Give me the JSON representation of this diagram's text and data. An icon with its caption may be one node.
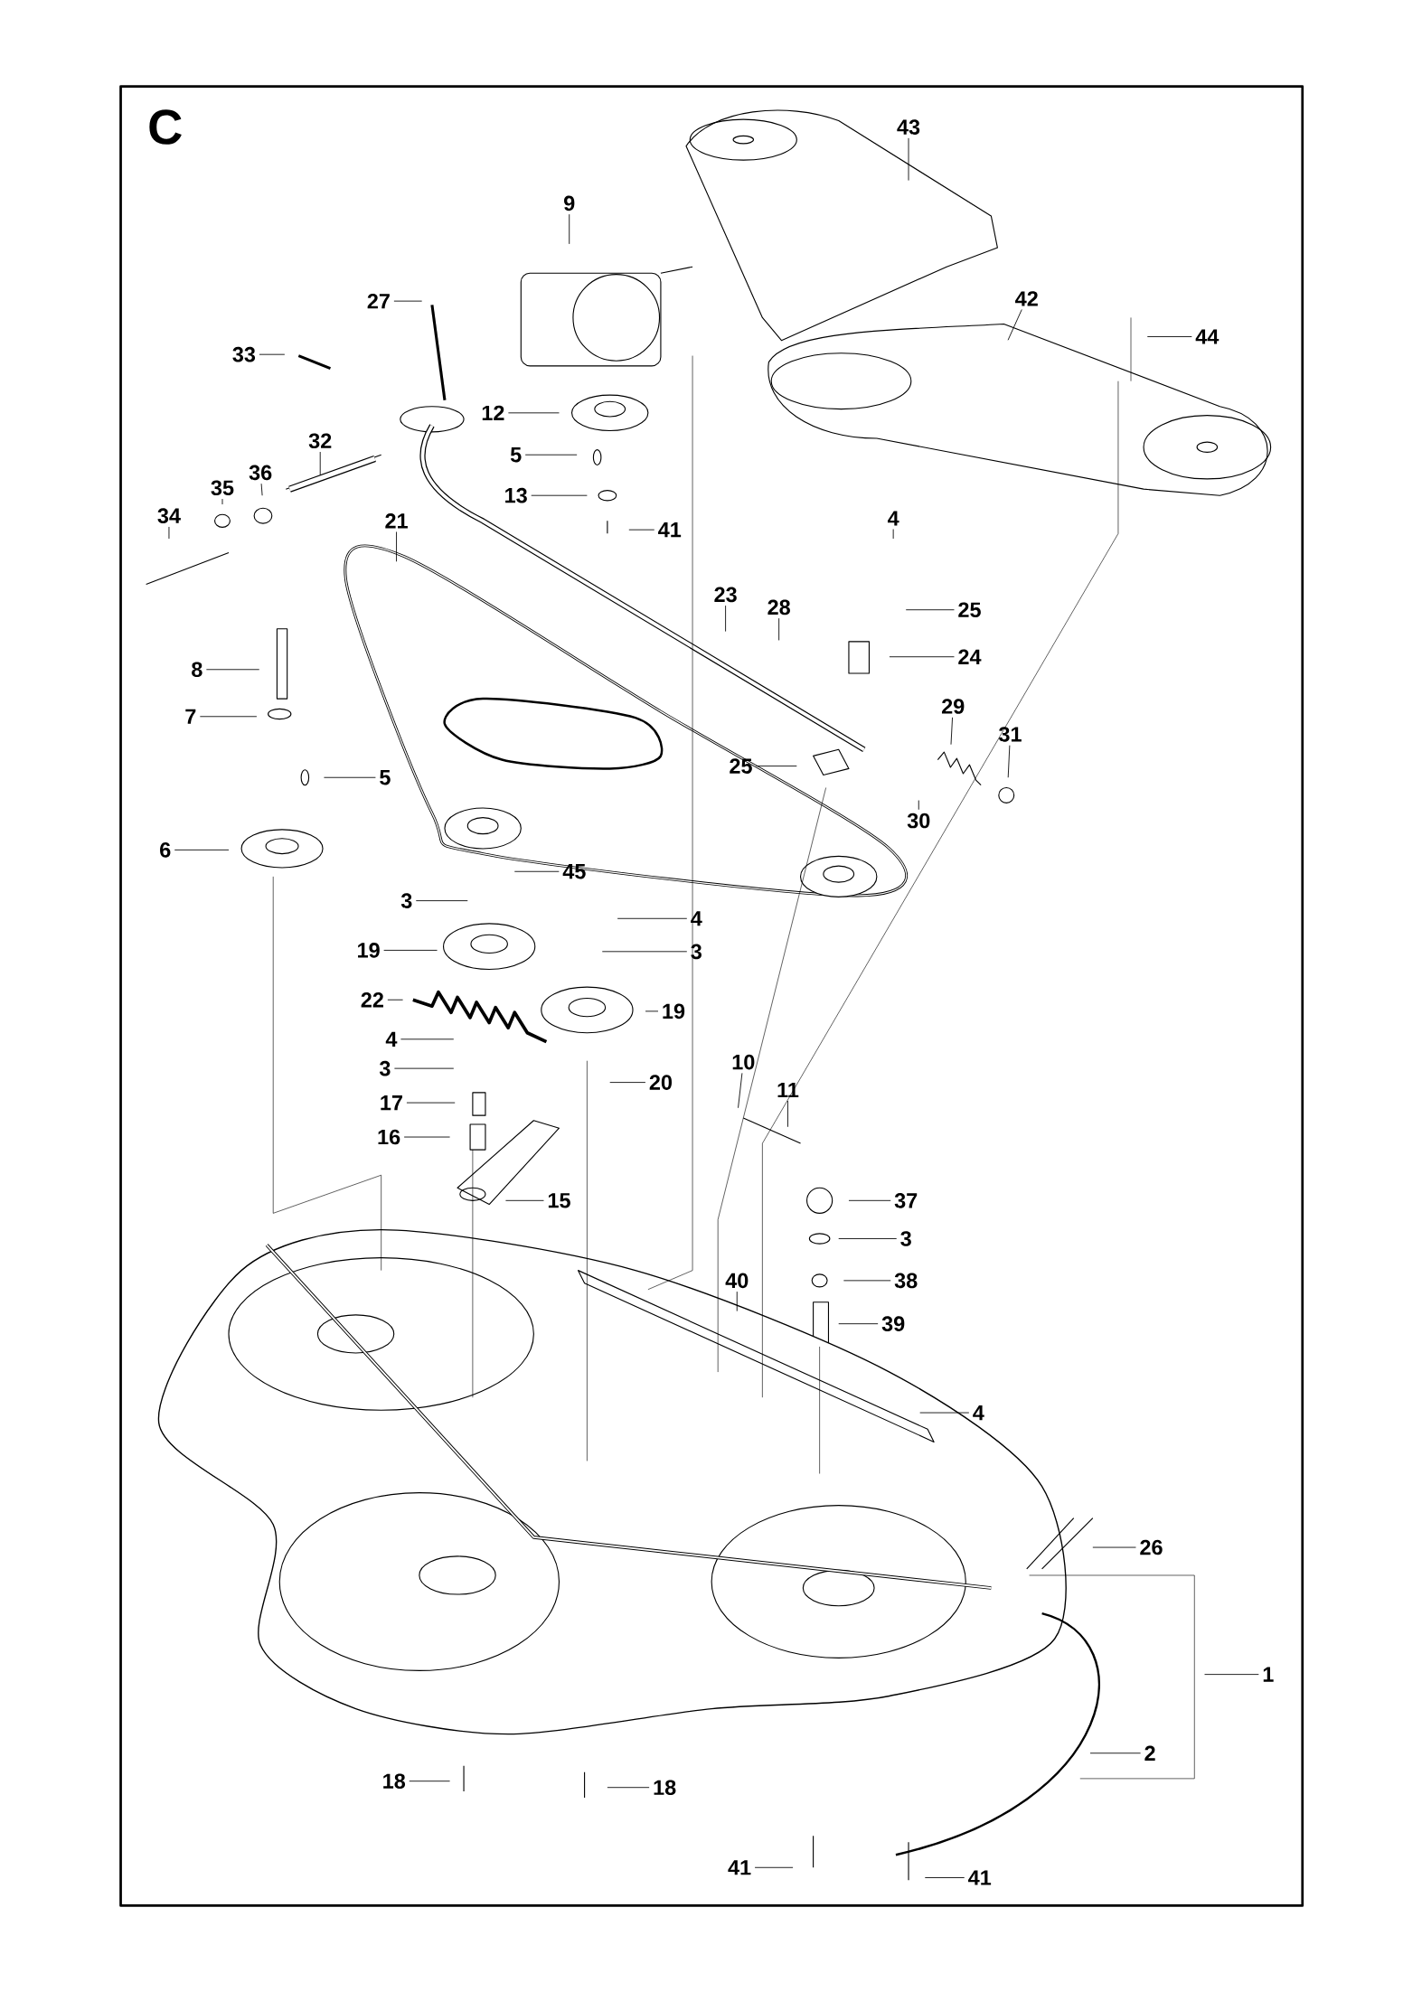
{
  "diagram": {
    "title": "C",
    "nodes": [
      {
        "text": [
          "43"
        ]
      },
      {
        "text": [
          "9"
        ]
      },
      {
        "text": [
          "27"
        ]
      },
      {
        "text": [
          "42"
        ]
      },
      {
        "text": [
          "44"
        ]
      },
      {
        "text": [
          "33"
        ]
      },
      {
        "text": [
          "12"
        ]
      },
      {
        "text": [
          "32"
        ]
      },
      {
        "text": [
          "5"
        ]
      },
      {
        "text": [
          "36"
        ]
      },
      {
        "text": [
          "35"
        ]
      },
      {
        "text": [
          "34"
        ]
      },
      {
        "text": [
          "13"
        ]
      },
      {
        "text": [
          "41"
        ]
      },
      {
        "text": [
          "4"
        ]
      },
      {
        "text": [
          "21"
        ]
      },
      {
        "text": [
          "23"
        ]
      },
      {
        "text": [
          "28"
        ]
      },
      {
        "text": [
          "25"
        ]
      },
      {
        "text": [
          "24"
        ]
      },
      {
        "text": [
          "8"
        ]
      },
      {
        "text": [
          "7"
        ]
      },
      {
        "text": [
          "29"
        ]
      },
      {
        "text": [
          "31"
        ]
      },
      {
        "text": [
          "5"
        ]
      },
      {
        "text": [
          "25"
        ]
      },
      {
        "text": [
          "30"
        ]
      },
      {
        "text": [
          "6"
        ]
      },
      {
        "text": [
          "45"
        ]
      },
      {
        "text": [
          "3"
        ]
      },
      {
        "text": [
          "4"
        ]
      },
      {
        "text": [
          "19"
        ]
      },
      {
        "text": [
          "3"
        ]
      },
      {
        "text": [
          "22"
        ]
      },
      {
        "text": [
          "19"
        ]
      },
      {
        "text": [
          "4"
        ]
      },
      {
        "text": [
          "3"
        ]
      },
      {
        "text": [
          "20"
        ]
      },
      {
        "text": [
          "10"
        ]
      },
      {
        "text": [
          "11"
        ]
      },
      {
        "text": [
          "17"
        ]
      },
      {
        "text": [
          "16"
        ]
      },
      {
        "text": [
          "15"
        ]
      },
      {
        "text": [
          "37"
        ]
      },
      {
        "text": [
          "3"
        ]
      },
      {
        "text": [
          "38"
        ]
      },
      {
        "text": [
          "40"
        ]
      },
      {
        "text": [
          "39"
        ]
      },
      {
        "text": [
          "4"
        ]
      },
      {
        "text": [
          "26"
        ]
      },
      {
        "text": [
          "1"
        ]
      },
      {
        "text": [
          "2"
        ]
      },
      {
        "text": [
          "18"
        ]
      },
      {
        "text": [
          "18"
        ]
      },
      {
        "text": [
          "41"
        ]
      },
      {
        "text": [
          "41"
        ]
      }
    ],
    "edges": [
      {
        "from": 0,
        "to": null,
        "arrow": "none"
      },
      {
        "from": 1,
        "to": null,
        "arrow": "none"
      },
      {
        "from": 2,
        "to": null,
        "arrow": "none"
      },
      {
        "from": 3,
        "to": null,
        "arrow": "none"
      },
      {
        "from": 4,
        "to": null,
        "arrow": "none"
      },
      {
        "from": 5,
        "to": null,
        "arrow": "none"
      },
      {
        "from": 6,
        "to": null,
        "arrow": "none"
      },
      {
        "from": 7,
        "to": null,
        "arrow": "none"
      },
      {
        "from": 8,
        "to": null,
        "arrow": "none"
      },
      {
        "from": 9,
        "to": null,
        "arrow": "none"
      },
      {
        "from": 10,
        "to": null,
        "arrow": "none"
      },
      {
        "from": 11,
        "to": null,
        "arrow": "none"
      },
      {
        "from": 12,
        "to": null,
        "arrow": "none"
      },
      {
        "from": 13,
        "to": null,
        "arrow": "none"
      },
      {
        "from": 14,
        "to": null,
        "arrow": "none"
      },
      {
        "from": 15,
        "to": null,
        "arrow": "none"
      },
      {
        "from": 16,
        "to": null,
        "arrow": "none"
      },
      {
        "from": 17,
        "to": null,
        "arrow": "none"
      },
      {
        "from": 18,
        "to": null,
        "arrow": "none"
      },
      {
        "from": 19,
        "to": null,
        "arrow": "none"
      },
      {
        "from": 20,
        "to": null,
        "arrow": "none"
      },
      {
        "from": 21,
        "to": null,
        "arrow": "none"
      },
      {
        "from": 22,
        "to": null,
        "arrow": "none"
      },
      {
        "from": 23,
        "to": null,
        "arrow": "none"
      },
      {
        "from": 24,
        "to": null,
        "arrow": "none"
      },
      {
        "from": 25,
        "to": null,
        "arrow": "none"
      },
      {
        "from": 26,
        "to": null,
        "arrow": "none"
      },
      {
        "from": 27,
        "to": null,
        "arrow": "none"
      },
      {
        "from": 28,
        "to": null,
        "arrow": "none"
      },
      {
        "from": 29,
        "to": null,
        "arrow": "none"
      },
      {
        "from": 30,
        "to": null,
        "arrow": "none"
      },
      {
        "from": 31,
        "to": null,
        "arrow": "none"
      },
      {
        "from": 32,
        "to": null,
        "arrow": "none"
      },
      {
        "from": 33,
        "to": null,
        "arrow": "none"
      },
      {
        "from": 34,
        "to": null,
        "arrow": "none"
      },
      {
        "from": 35,
        "to": null,
        "arrow": "none"
      },
      {
        "from": 36,
        "to": null,
        "arrow": "none"
      },
      {
        "from": 37,
        "to": null,
        "arrow": "none"
      },
      {
        "from": 38,
        "to": null,
        "arrow": "none"
      },
      {
        "from": 39,
        "to": null,
        "arrow": "none"
      },
      {
        "from": 40,
        "to": null,
        "arrow": "none"
      },
      {
        "from": 41,
        "to": null,
        "arrow": "none"
      },
      {
        "from": 42,
        "to": null,
        "arrow": "none"
      },
      {
        "from": 43,
        "to": null,
        "arrow": "none"
      },
      {
        "from": 44,
        "to": null,
        "arrow": "none"
      },
      {
        "from": 45,
        "to": null,
        "arrow": "none"
      },
      {
        "from": 46,
        "to": null,
        "arrow": "none"
      },
      {
        "from": 47,
        "to": null,
        "arrow": "none"
      },
      {
        "from": 48,
        "to": null,
        "arrow": "none"
      },
      {
        "from": 49,
        "to": null,
        "arrow": "none"
      },
      {
        "from": 50,
        "to": null,
        "arrow": "none"
      },
      {
        "from": 51,
        "to": null,
        "arrow": "none"
      },
      {
        "from": 52,
        "to": null,
        "arrow": "none"
      },
      {
        "from": 53,
        "to": null,
        "arrow": "none"
      },
      {
        "from": 54,
        "to": null,
        "arrow": "none"
      },
      {
        "from": 55,
        "to": null,
        "arrow": "none"
      }
    ]
  }
}
